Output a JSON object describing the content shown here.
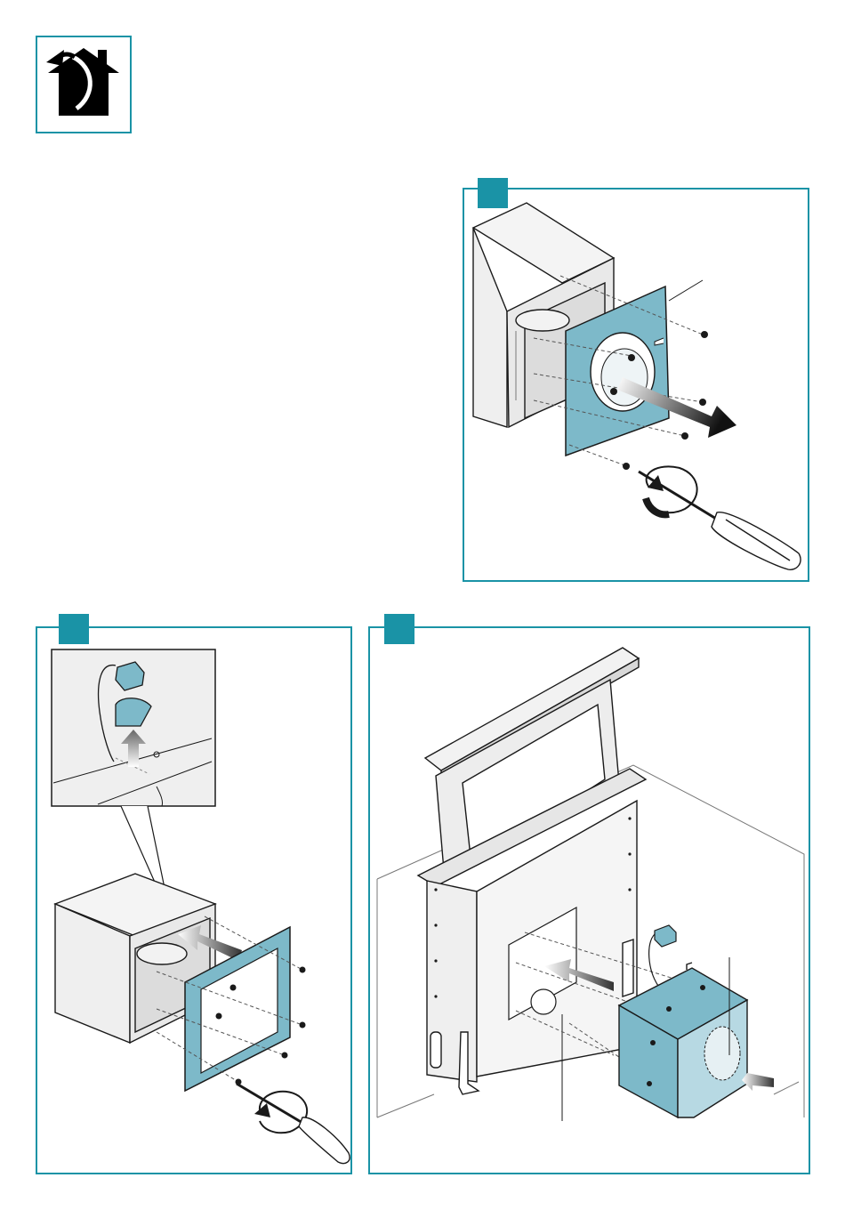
{
  "colors": {
    "accent": "#1a93a6",
    "part_fill": "#7db9c9",
    "outline": "#1a1a1a",
    "box_fill": "#efefef"
  },
  "header": {
    "icon": "house-recirculation-icon"
  },
  "panels": [
    {
      "id": "step-1",
      "icon": "step-marker",
      "description_icons": [
        "flange-plate",
        "screws",
        "screwdriver",
        "rotate-arrow-icon",
        "airflow-arrow-icon"
      ]
    },
    {
      "id": "step-2",
      "icon": "step-marker",
      "description_icons": [
        "connector-plug",
        "detail-callout",
        "frame-plate",
        "screws",
        "screwdriver",
        "rotate-arrow-icon"
      ]
    },
    {
      "id": "step-3",
      "icon": "step-marker",
      "description_icons": [
        "downdraft-hood",
        "motor-box",
        "connector-plug",
        "airflow-arrow-icon"
      ]
    }
  ]
}
